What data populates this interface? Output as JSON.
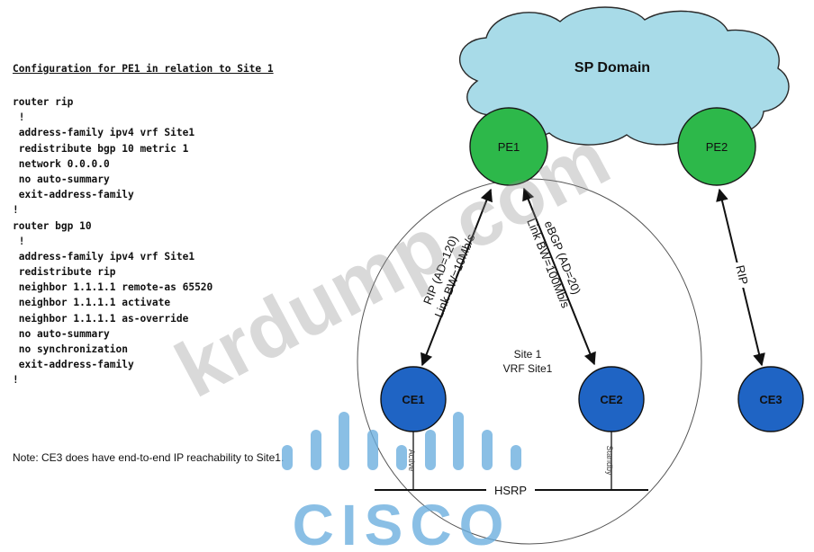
{
  "config": {
    "title": "Configuration for PE1 in relation to Site 1",
    "lines": [
      "router rip",
      " !",
      " address-family ipv4 vrf Site1",
      " redistribute bgp 10 metric 1",
      " network 0.0.0.0",
      " no auto-summary",
      " exit-address-family",
      "!",
      "router bgp 10",
      " !",
      " address-family ipv4 vrf Site1",
      " redistribute rip",
      " neighbor 1.1.1.1 remote-as 65520",
      " neighbor 1.1.1.1 activate",
      " neighbor 1.1.1.1 as-override",
      " no auto-summary",
      " no synchronization",
      " exit-address-family",
      "!"
    ]
  },
  "note": "Note: CE3 does have end-to-end IP reachability to Site1.",
  "diagram": {
    "cloud_label": "SP Domain",
    "pe1": "PE1",
    "pe2": "PE2",
    "ce1": "CE1",
    "ce2": "CE2",
    "ce3": "CE3",
    "site_line1": "Site 1",
    "site_line2": "VRF Site1",
    "link_pe1_ce1_a": "RIP (AD=120)",
    "link_pe1_ce1_b": "Link BW=10Mb/s",
    "link_pe1_ce2_a": "eBGP (AD=20)",
    "link_pe1_ce2_b": "Link BW=100Mb/s",
    "link_pe2_ce3": "RIP",
    "ce1_role": "Active",
    "ce2_role": "Standby",
    "lan_label": "HSRP"
  },
  "watermark": {
    "text": "krdump.com",
    "logo_text": "CISCO"
  },
  "colors": {
    "cloud_fill": "#a8dbe8",
    "pe_fill": "#2db84a",
    "ce_fill": "#1f64c4",
    "watermark_logo": "#6aaede"
  }
}
